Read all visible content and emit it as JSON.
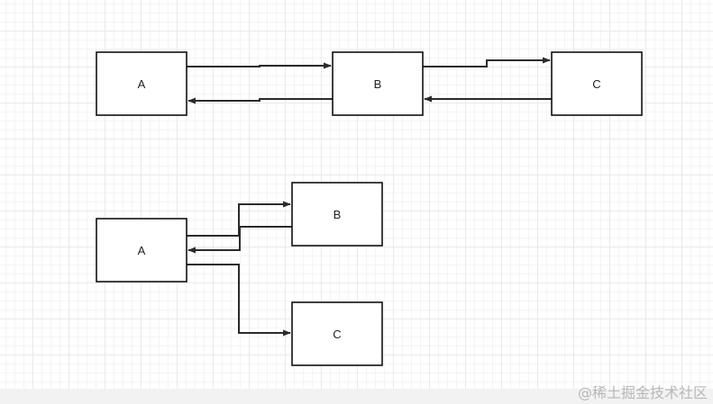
{
  "diagram_top": {
    "nodes": [
      {
        "id": "a",
        "label": "A"
      },
      {
        "id": "b",
        "label": "B"
      },
      {
        "id": "c",
        "label": "C"
      }
    ]
  },
  "diagram_bottom": {
    "nodes": [
      {
        "id": "a",
        "label": "A"
      },
      {
        "id": "b",
        "label": "B"
      },
      {
        "id": "c",
        "label": "C"
      }
    ]
  },
  "watermark": "@稀土掘金技术社区",
  "colors": {
    "node_border": "#111111",
    "edge": "#2b2b2b",
    "grid": "#e9e9e9",
    "watermark": "#b8b8b8"
  }
}
